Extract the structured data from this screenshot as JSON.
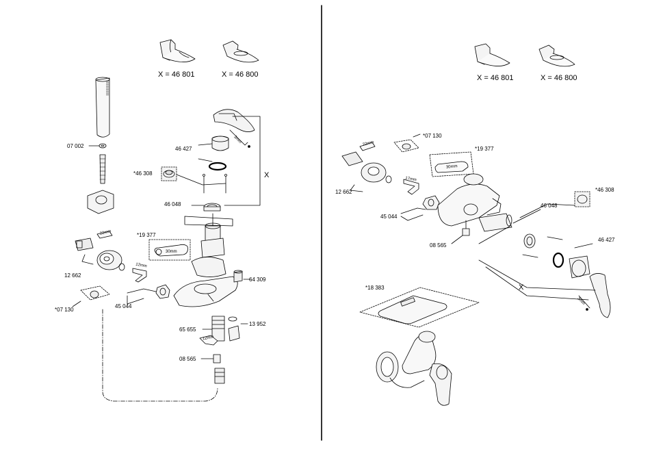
{
  "left": {
    "variants": {
      "a": "X = 46 801",
      "b": "X = 46 800"
    },
    "parts": {
      "p07002": "07 002",
      "p46427": "46 427",
      "p46308": "*46 308",
      "x": "X",
      "p46048": "46 048",
      "p19377": "*19 377",
      "p12662": "12 662",
      "p64309": "64 309",
      "p45044": "45 044",
      "p07130": "*07 130",
      "p65655": "65 655",
      "p13952": "13 952",
      "p08565": "08 565"
    },
    "tools": {
      "mm3": "3mm",
      "mm22": "22mm",
      "mm30": "30mm",
      "mm17": "17mm",
      "mm12": "12mm"
    }
  },
  "right": {
    "variants": {
      "a": "X = 46 801",
      "b": "X = 46 800"
    },
    "parts": {
      "p07130": "*07 130",
      "p19377": "*19 377",
      "p12662": "12 662",
      "p46308": "*46 308",
      "p46048": "46 048",
      "p45044": "45 044",
      "p08565": "08 565",
      "p46427": "46 427",
      "p18383": "*18 383",
      "x": "X"
    },
    "tools": {
      "mm22": "22mm",
      "mm17": "17mm",
      "mm30": "30mm",
      "mm3": "3mm"
    }
  }
}
